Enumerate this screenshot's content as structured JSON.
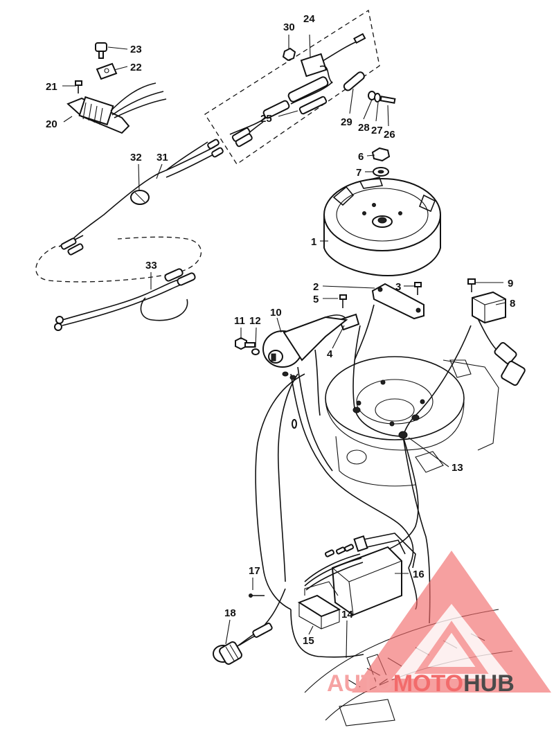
{
  "diagram": {
    "callouts": [
      {
        "id": "c1",
        "label": "1"
      },
      {
        "id": "c2",
        "label": "2"
      },
      {
        "id": "c3",
        "label": "3"
      },
      {
        "id": "c4",
        "label": "4"
      },
      {
        "id": "c5",
        "label": "5"
      },
      {
        "id": "c6",
        "label": "6"
      },
      {
        "id": "c7",
        "label": "7"
      },
      {
        "id": "c8",
        "label": "8"
      },
      {
        "id": "c9",
        "label": "9"
      },
      {
        "id": "c10",
        "label": "10"
      },
      {
        "id": "c11",
        "label": "11"
      },
      {
        "id": "c12",
        "label": "12"
      },
      {
        "id": "c13",
        "label": "13"
      },
      {
        "id": "c14",
        "label": "14"
      },
      {
        "id": "c15",
        "label": "15"
      },
      {
        "id": "c16",
        "label": "16"
      },
      {
        "id": "c17",
        "label": "17"
      },
      {
        "id": "c18",
        "label": "18"
      },
      {
        "id": "c20",
        "label": "20"
      },
      {
        "id": "c21",
        "label": "21"
      },
      {
        "id": "c22",
        "label": "22"
      },
      {
        "id": "c23",
        "label": "23"
      },
      {
        "id": "c24",
        "label": "24"
      },
      {
        "id": "c25",
        "label": "25"
      },
      {
        "id": "c26",
        "label": "26"
      },
      {
        "id": "c27",
        "label": "27"
      },
      {
        "id": "c28",
        "label": "28"
      },
      {
        "id": "c29",
        "label": "29"
      },
      {
        "id": "c30",
        "label": "30"
      },
      {
        "id": "c31",
        "label": "31"
      },
      {
        "id": "c32",
        "label": "32"
      },
      {
        "id": "c33",
        "label": "33"
      }
    ]
  },
  "watermark": {
    "text_part1": "AUTO",
    "text_part2": "MOTO",
    "text_part3": "HUB",
    "colors": {
      "accent": "#f26b6b",
      "light": "#f6a3a3",
      "dark": "#4a4a4a"
    }
  }
}
